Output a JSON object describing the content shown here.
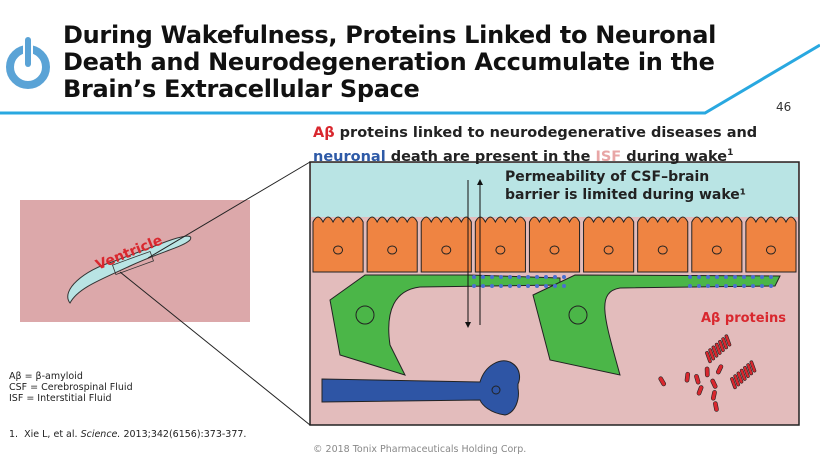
{
  "header": {
    "title_lines": [
      "During Wakefulness, Proteins Linked to Neuronal",
      "Death and Neurodegeneration Accumulate in the",
      "Brain’s Extracellular Space"
    ],
    "page_number": "46",
    "logo_icon": "power-icon"
  },
  "subtitle": {
    "ab": "Aβ",
    "part1": " proteins linked to neurodegenerative diseases and",
    "neuronal": "neuronal",
    "part2": " death are present in the ",
    "isf": "ISF",
    "part3": " during wake",
    "sup": "1"
  },
  "diagram": {
    "ventricle_label": "Ventricle",
    "permeability_line1": "Permeability of CSF–brain",
    "permeability_line2": "barrier is limited during wake¹",
    "ab_proteins_label": "Aβ proteins"
  },
  "abbreviations": [
    "Aβ = β-amyloid",
    "CSF = Cerebrospinal Fluid",
    "ISF = Interstitial Fluid"
  ],
  "reference": {
    "num": "1.",
    "authors": "Xie L, et al. ",
    "journal": "Science.",
    "details": " 2013;342(6156):373-377."
  },
  "footer": "© 2018 Tonix Pharmaceuticals Holding Corp.",
  "colors": {
    "accent": "#29a8e0",
    "ab": "#d9272e",
    "neuronal": "#2e5aa7",
    "isf": "#e8a6a6",
    "csf": "#b9e4e4",
    "cell": "#ef8442",
    "tissue": "#e3bcbc",
    "astro": "#4bb648"
  }
}
